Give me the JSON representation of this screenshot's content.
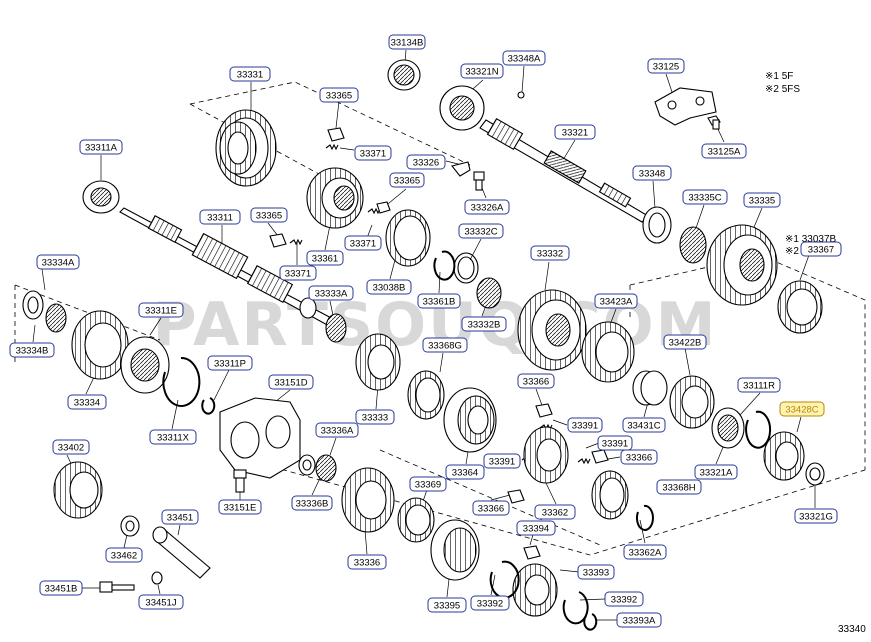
{
  "colors": {
    "label_border": "#2a3a9a",
    "label_text": "#000000",
    "highlight_border": "#b8860b",
    "highlight_fill": "#fff3b0",
    "line": "#000000",
    "watermark": "#d8d8d8"
  },
  "watermark": "PARTSOUQ.COM",
  "diagram_code": "33340",
  "notes": [
    "※1 5F",
    "※2 5FS"
  ],
  "side_notes": [
    "※1 33037B",
    "※2"
  ],
  "labels": [
    {
      "id": "33134B",
      "text": "33134B",
      "highlighted": false
    },
    {
      "id": "33348A",
      "text": "33348A",
      "highlighted": false
    },
    {
      "id": "33125",
      "text": "33125",
      "highlighted": false
    },
    {
      "id": "33331",
      "text": "33331",
      "highlighted": false
    },
    {
      "id": "33365a",
      "text": "33365",
      "highlighted": false
    },
    {
      "id": "33321N",
      "text": "33321N",
      "highlighted": false
    },
    {
      "id": "33311A",
      "text": "33311A",
      "highlighted": false
    },
    {
      "id": "33371a",
      "text": "33371",
      "highlighted": false
    },
    {
      "id": "33326",
      "text": "33326",
      "highlighted": false
    },
    {
      "id": "33321",
      "text": "33321",
      "highlighted": false
    },
    {
      "id": "33125A",
      "text": "33125A",
      "highlighted": false
    },
    {
      "id": "33365b",
      "text": "33365",
      "highlighted": false
    },
    {
      "id": "33348",
      "text": "33348",
      "highlighted": false
    },
    {
      "id": "33326A",
      "text": "33326A",
      "highlighted": false
    },
    {
      "id": "33335C",
      "text": "33335C",
      "highlighted": false
    },
    {
      "id": "33335",
      "text": "33335",
      "highlighted": false
    },
    {
      "id": "33365c",
      "text": "33365",
      "highlighted": false
    },
    {
      "id": "33311",
      "text": "33311",
      "highlighted": false
    },
    {
      "id": "33332C",
      "text": "33332C",
      "highlighted": false
    },
    {
      "id": "33371b",
      "text": "33371",
      "highlighted": false
    },
    {
      "id": "33371c",
      "text": "33371",
      "highlighted": false
    },
    {
      "id": "33361",
      "text": "33361",
      "highlighted": false
    },
    {
      "id": "33332",
      "text": "33332",
      "highlighted": false
    },
    {
      "id": "33367",
      "text": "33367",
      "highlighted": false
    },
    {
      "id": "33334A",
      "text": "33334A",
      "highlighted": false
    },
    {
      "id": "33038B",
      "text": "33038B",
      "highlighted": false
    },
    {
      "id": "33333A",
      "text": "33333A",
      "highlighted": false
    },
    {
      "id": "33361B",
      "text": "33361B",
      "highlighted": false
    },
    {
      "id": "33423A",
      "text": "33423A",
      "highlighted": false
    },
    {
      "id": "33311E",
      "text": "33311E",
      "highlighted": false
    },
    {
      "id": "33332B",
      "text": "33332B",
      "highlighted": false
    },
    {
      "id": "33334B",
      "text": "33334B",
      "highlighted": false
    },
    {
      "id": "33368G",
      "text": "33368G",
      "highlighted": false
    },
    {
      "id": "33422B",
      "text": "33422B",
      "highlighted": false
    },
    {
      "id": "33311P",
      "text": "33311P",
      "highlighted": false
    },
    {
      "id": "33366a",
      "text": "33366",
      "highlighted": false
    },
    {
      "id": "33151D",
      "text": "33151D",
      "highlighted": false
    },
    {
      "id": "33111R",
      "text": "33111R",
      "highlighted": false
    },
    {
      "id": "33334",
      "text": "33334",
      "highlighted": false
    },
    {
      "id": "33428C",
      "text": "33428C",
      "highlighted": true
    },
    {
      "id": "33333",
      "text": "33333",
      "highlighted": false
    },
    {
      "id": "33391a",
      "text": "33391",
      "highlighted": false
    },
    {
      "id": "33431C",
      "text": "33431C",
      "highlighted": false
    },
    {
      "id": "33311X",
      "text": "33311X",
      "highlighted": false
    },
    {
      "id": "33336A",
      "text": "33336A",
      "highlighted": false
    },
    {
      "id": "33391b",
      "text": "33391",
      "highlighted": false
    },
    {
      "id": "33402",
      "text": "33402",
      "highlighted": false
    },
    {
      "id": "33366b",
      "text": "33366",
      "highlighted": false
    },
    {
      "id": "33391c",
      "text": "33391",
      "highlighted": false
    },
    {
      "id": "33364",
      "text": "33364",
      "highlighted": false
    },
    {
      "id": "33321A",
      "text": "33321A",
      "highlighted": false
    },
    {
      "id": "33368H",
      "text": "33368H",
      "highlighted": false
    },
    {
      "id": "33369",
      "text": "33369",
      "highlighted": false
    },
    {
      "id": "33336B",
      "text": "33336B",
      "highlighted": false
    },
    {
      "id": "33151E",
      "text": "33151E",
      "highlighted": false
    },
    {
      "id": "33366c",
      "text": "33366",
      "highlighted": false
    },
    {
      "id": "33362",
      "text": "33362",
      "highlighted": false
    },
    {
      "id": "33321G",
      "text": "33321G",
      "highlighted": false
    },
    {
      "id": "33451",
      "text": "33451",
      "highlighted": false
    },
    {
      "id": "33394",
      "text": "33394",
      "highlighted": false
    },
    {
      "id": "33362A",
      "text": "33362A",
      "highlighted": false
    },
    {
      "id": "33462",
      "text": "33462",
      "highlighted": false
    },
    {
      "id": "33336",
      "text": "33336",
      "highlighted": false
    },
    {
      "id": "33393",
      "text": "33393",
      "highlighted": false
    },
    {
      "id": "33451B",
      "text": "33451B",
      "highlighted": false
    },
    {
      "id": "33451J",
      "text": "33451J",
      "highlighted": false
    },
    {
      "id": "33395",
      "text": "33395",
      "highlighted": false
    },
    {
      "id": "33392a",
      "text": "33392",
      "highlighted": false
    },
    {
      "id": "33392b",
      "text": "33392",
      "highlighted": false
    },
    {
      "id": "33393A",
      "text": "33393A",
      "highlighted": false
    }
  ]
}
